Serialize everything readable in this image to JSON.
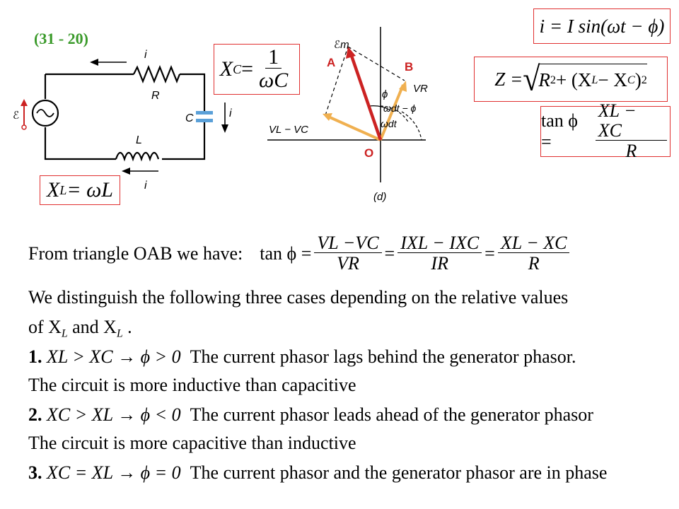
{
  "slide_number": "(31 - 20)",
  "circuit": {
    "current": "i",
    "resistor": "R",
    "capacitor": "C",
    "inductor": "L",
    "emf": "ℰ"
  },
  "phasor": {
    "label_a": "A",
    "label_b": "B",
    "label_o": "O",
    "em": "ℰm",
    "vr": "VR",
    "vl_vc": "VL − VC",
    "phi": "ϕ",
    "omega_d_t": "ωdt",
    "omega_d_t_phi": "ωdt − ϕ",
    "caption": "(d)"
  },
  "formulas": {
    "xc": {
      "lhs": "X",
      "sub": "C",
      "eq": " = ",
      "num": "1",
      "den": "ωC"
    },
    "xl": {
      "text": "X",
      "sub": "L",
      "eq": " = ωL"
    },
    "current": "i = I sin(ωt − ϕ)",
    "impedance": {
      "lhs": "Z = ",
      "r": "R",
      "sq": "2",
      "mid": " + (X",
      "xl_sub": "L",
      "minus": " − X",
      "xc_sub": "C",
      "close": ")",
      "sq2": "2"
    },
    "tan_phi": {
      "lhs": "tan ϕ = ",
      "num": "XL − XC",
      "den": "R"
    }
  },
  "body": {
    "triangle_intro": "From triangle OAB we have:",
    "tan_lhs": "tan ϕ = ",
    "frac1_num": "VL −VC",
    "frac1_den": "VR",
    "frac2_num": "IXL − IXC",
    "frac2_den": "IR",
    "frac3_num": "XL − XC",
    "frac3_den": "R",
    "eq": "=",
    "cases_intro": "We distinguish the following three cases depending on the relative values",
    "of_text": "of X",
    "and_text": " and X",
    "period": " .",
    "case1_num": "1.",
    "case1_cond": "XL > XC → ϕ > 0",
    "case1_text": "The current phasor lags behind the generator phasor.",
    "case1_sub": "The circuit is more inductive than capacitive",
    "case2_num": "2.",
    "case2_cond": "XC > XL → ϕ < 0",
    "case2_text": "The current phasor leads ahead of the generator phasor",
    "case2_sub": "The circuit is more capacitive than inductive",
    "case3_num": "3.",
    "case3_cond": "XC = XL → ϕ = 0",
    "case3_text": "The current phasor and the generator phasor are in phase"
  },
  "colors": {
    "box_border": "#e03030",
    "slide_num": "#3a9a2a",
    "em_arrow": "#cc2222",
    "vr_arrow": "#f0a040",
    "label_ab": "#cc2222"
  }
}
